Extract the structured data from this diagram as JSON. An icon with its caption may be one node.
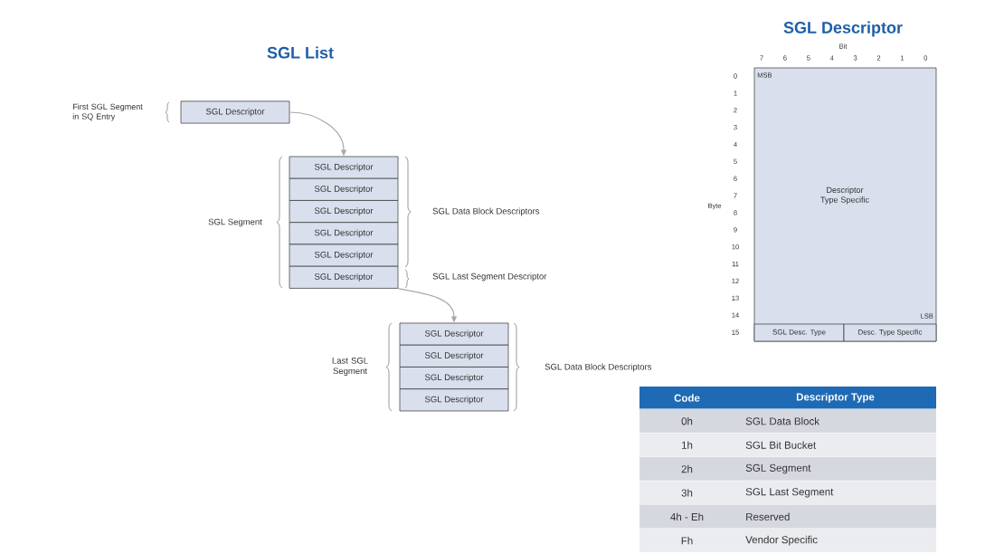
{
  "diagram": {
    "nodes": [
      {
        "text": [
          "SGL Descriptor"
        ]
      },
      {
        "text": [
          "SGL Descriptor"
        ]
      },
      {
        "text": [
          "SGL Descriptor"
        ]
      },
      {
        "text": [
          "SGL Descriptor"
        ]
      },
      {
        "text": [
          "SGL Descriptor"
        ]
      },
      {
        "text": [
          "SGL Descriptor"
        ]
      },
      {
        "text": [
          "SGL Descriptor"
        ]
      },
      {
        "text": [
          "SGL Descriptor"
        ]
      },
      {
        "text": [
          "SGL Descriptor"
        ]
      },
      {
        "text": [
          "SGL Descriptor"
        ]
      },
      {
        "text": [
          "SGL Descriptor"
        ]
      },
      {
        "text": [
          "MSB",
          "Descriptor Type Specific",
          "LSB"
        ]
      },
      {
        "text": [
          "SGL Desc. Type"
        ],
        "in": 11
      },
      {
        "text": [
          "Desc. Type Specific"
        ],
        "in": 11
      }
    ],
    "edges": [
      {
        "from": 0,
        "to": 1,
        "arrow": "to"
      },
      {
        "from": 6,
        "to": 7,
        "arrow": "to"
      }
    ],
    "labels": [
      "SGL List",
      "SGL Descriptor",
      "Bit",
      "7",
      "6",
      "5",
      "4",
      "3",
      "2",
      "1",
      "0",
      "0",
      "1",
      "2",
      "3",
      "4",
      "5",
      "6",
      "7",
      "8",
      "9",
      "10",
      "11",
      "12",
      "13",
      "14",
      "15",
      "Byte",
      "First SGL Segment in SQ Entry",
      "SGL Segment",
      "SGL Data Block Descriptors",
      "SGL Last Segment Descriptor",
      "Last SGL Segment",
      "SGL Data Block Descriptors",
      "Code",
      "Descriptor Type",
      "0h",
      "SGL Data Block",
      "1h",
      "SGL Bit Bucket",
      "2h",
      "SGL Segment",
      "3h",
      "SGL Last Segment",
      "4h - Eh",
      "Reserved",
      "Fh",
      "Vendor Specific"
    ]
  }
}
